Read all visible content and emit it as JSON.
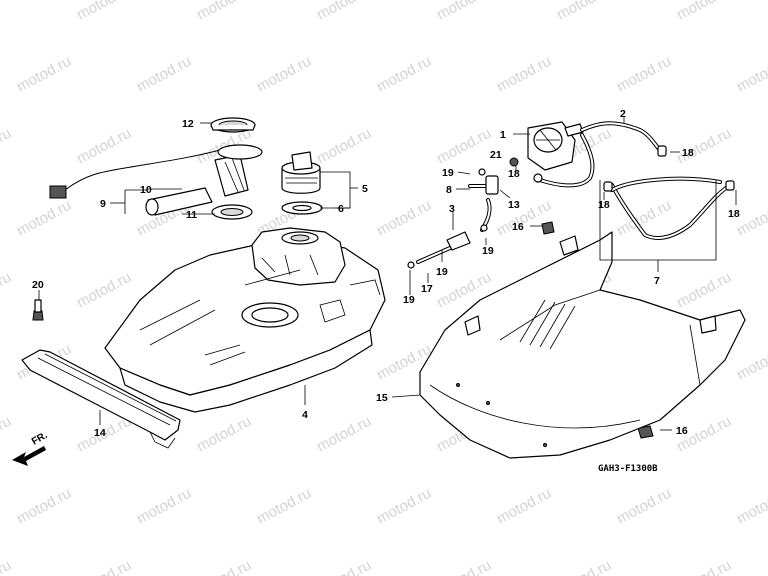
{
  "watermark": {
    "text": "motod.ru"
  },
  "drawing": {
    "code": "GAH3-F1300B",
    "direction_label": "FR."
  },
  "callouts": {
    "n1": "1",
    "n2": "2",
    "n3": "3",
    "n4": "4",
    "n5": "5",
    "n6": "6",
    "n7": "7",
    "n8": "8",
    "n9": "9",
    "n10": "10",
    "n11": "11",
    "n12": "12",
    "n13": "13",
    "n14": "14",
    "n15": "15",
    "n16a": "16",
    "n16b": "16",
    "n17": "17",
    "n18a": "18",
    "n18b": "18",
    "n18c": "18",
    "n18d": "18",
    "n19a": "19",
    "n19b": "19",
    "n19c": "19",
    "n19d": "19",
    "n20": "20",
    "n21": "21"
  }
}
